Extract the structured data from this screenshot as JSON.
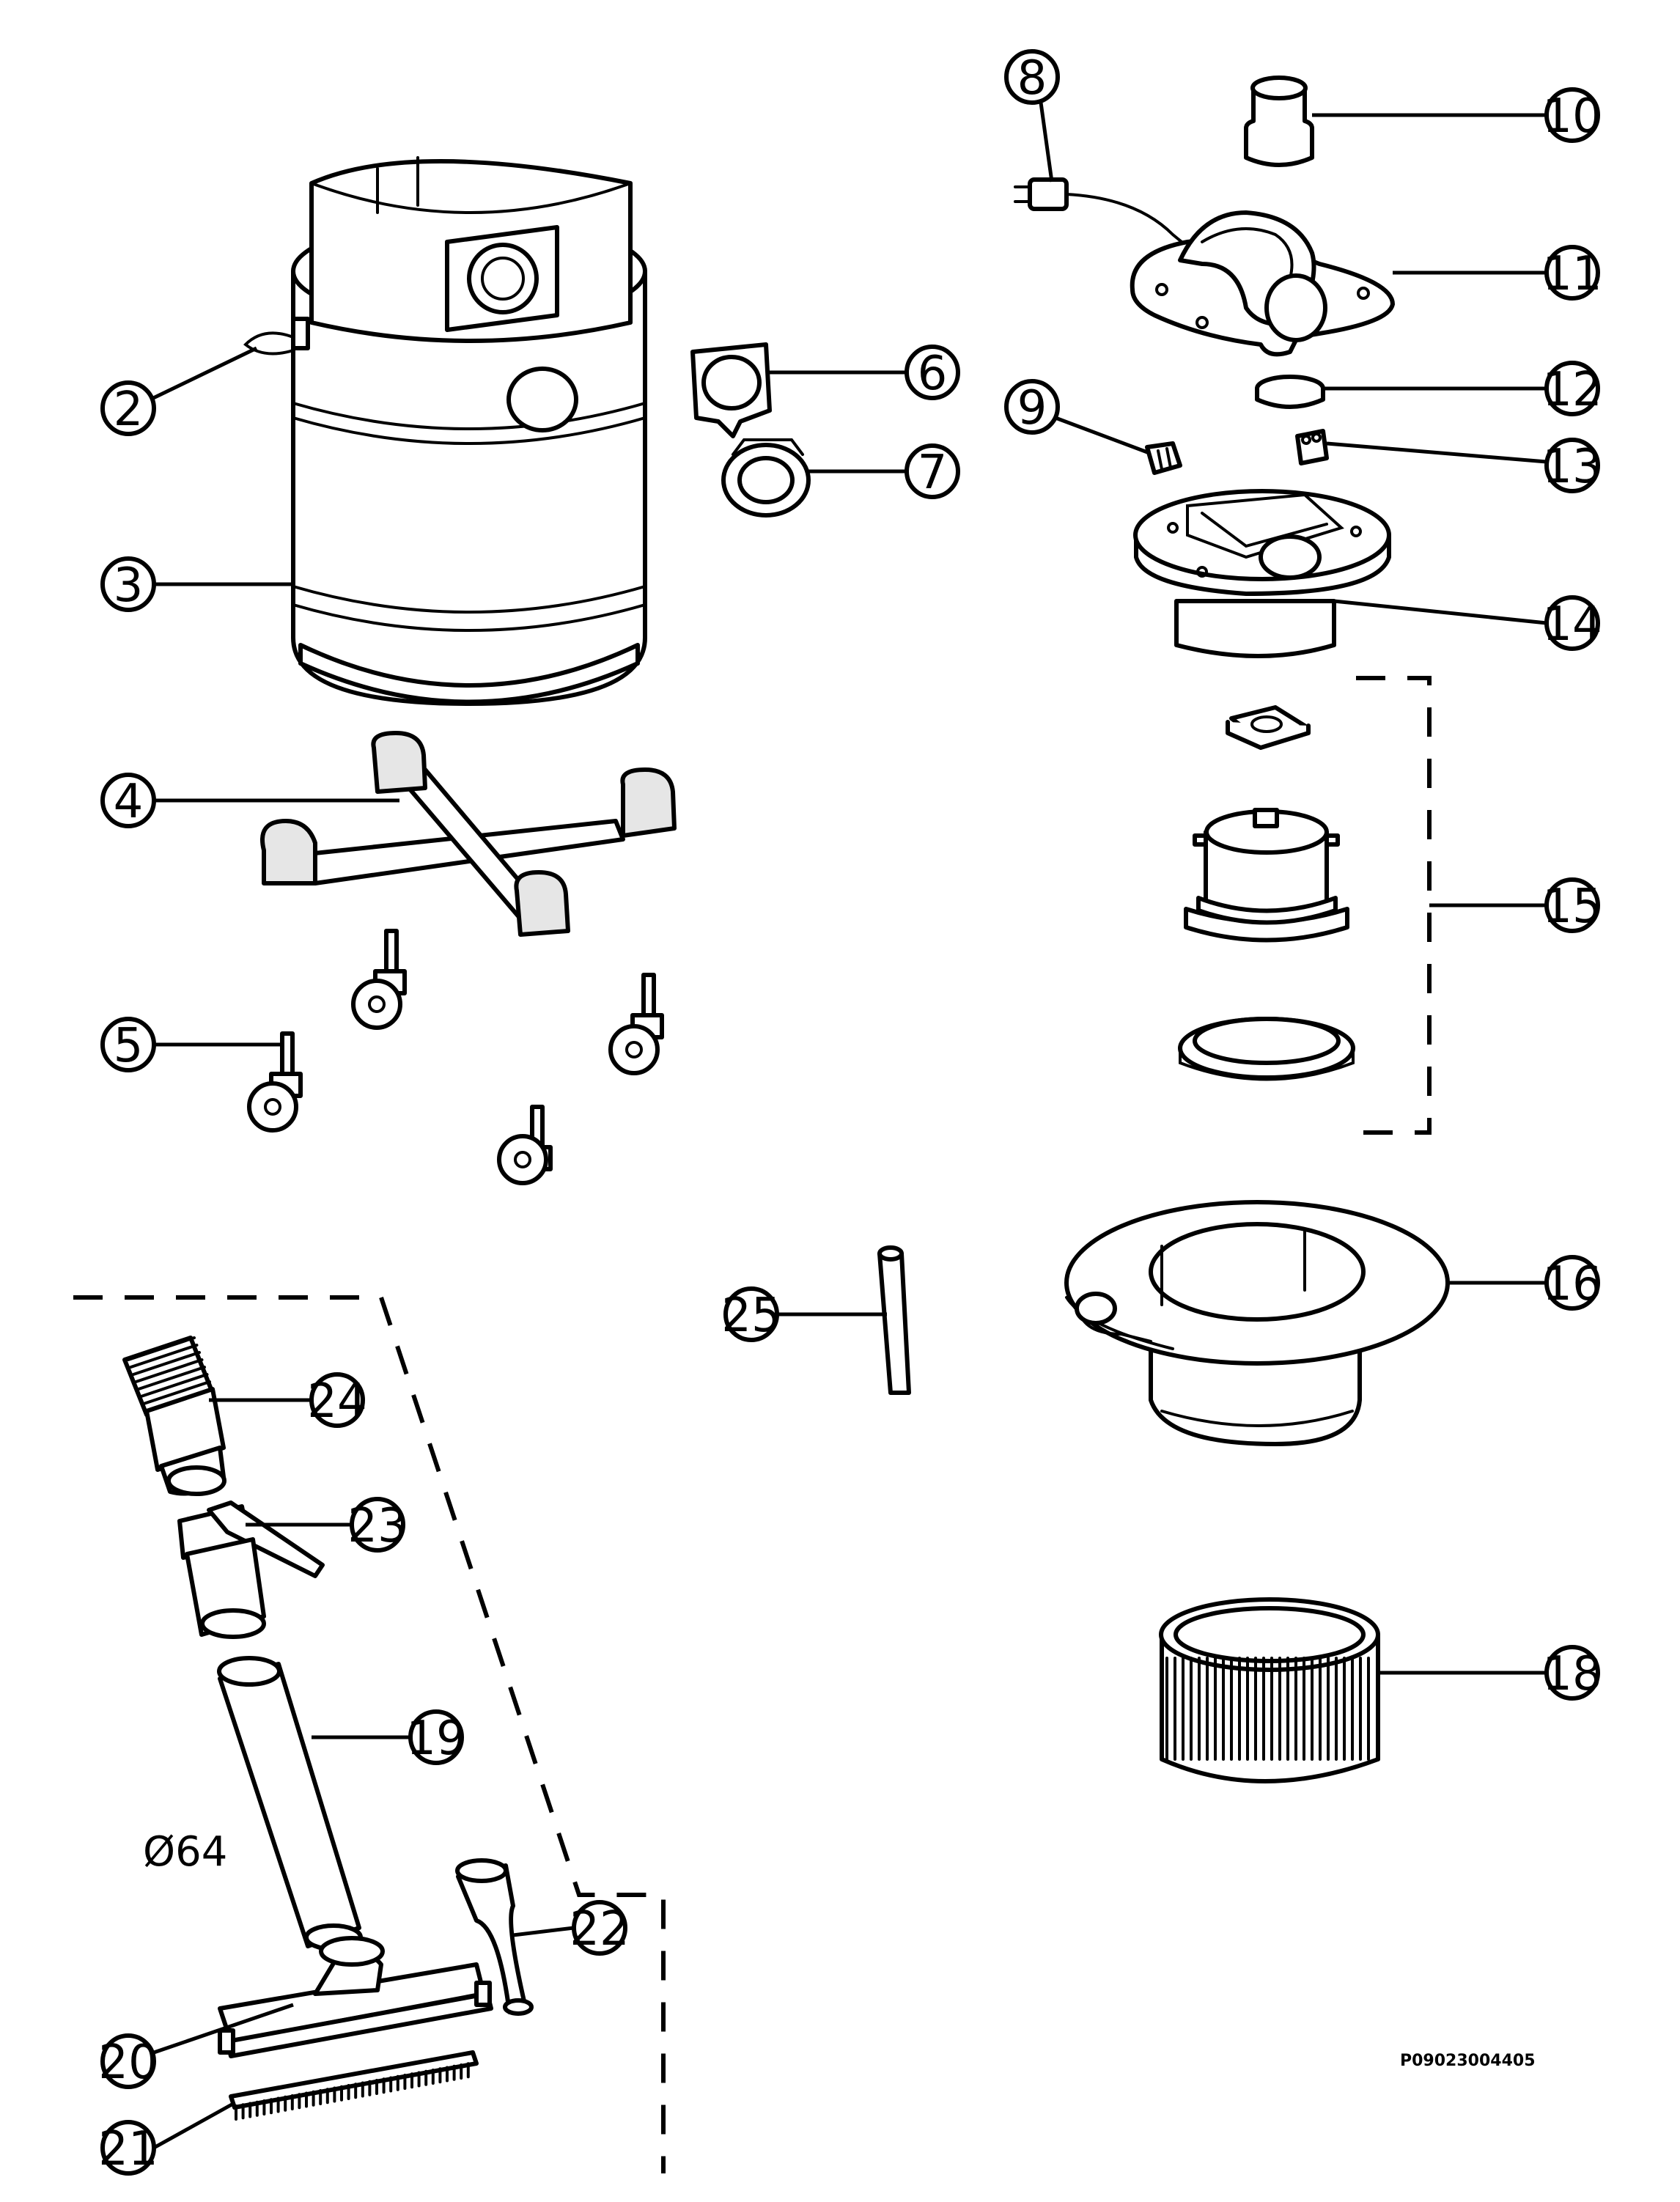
{
  "callouts": [
    {
      "id": "2",
      "label": "2"
    },
    {
      "id": "3",
      "label": "3"
    },
    {
      "id": "4",
      "label": "4"
    },
    {
      "id": "5",
      "label": "5"
    },
    {
      "id": "6",
      "label": "6"
    },
    {
      "id": "7",
      "label": "7"
    },
    {
      "id": "8",
      "label": "8"
    },
    {
      "id": "9",
      "label": "9"
    },
    {
      "id": "10",
      "label": "10"
    },
    {
      "id": "11",
      "label": "11"
    },
    {
      "id": "12",
      "label": "12"
    },
    {
      "id": "13",
      "label": "13"
    },
    {
      "id": "14",
      "label": "14"
    },
    {
      "id": "15",
      "label": "15"
    },
    {
      "id": "16",
      "label": "16"
    },
    {
      "id": "18",
      "label": "18"
    },
    {
      "id": "19",
      "label": "19"
    },
    {
      "id": "20",
      "label": "20"
    },
    {
      "id": "21",
      "label": "21"
    },
    {
      "id": "22",
      "label": "22"
    },
    {
      "id": "23",
      "label": "23"
    },
    {
      "id": "24",
      "label": "24"
    },
    {
      "id": "25",
      "label": "25"
    }
  ],
  "dimension_label": "Ø64",
  "drawing_code": "P09023004405"
}
